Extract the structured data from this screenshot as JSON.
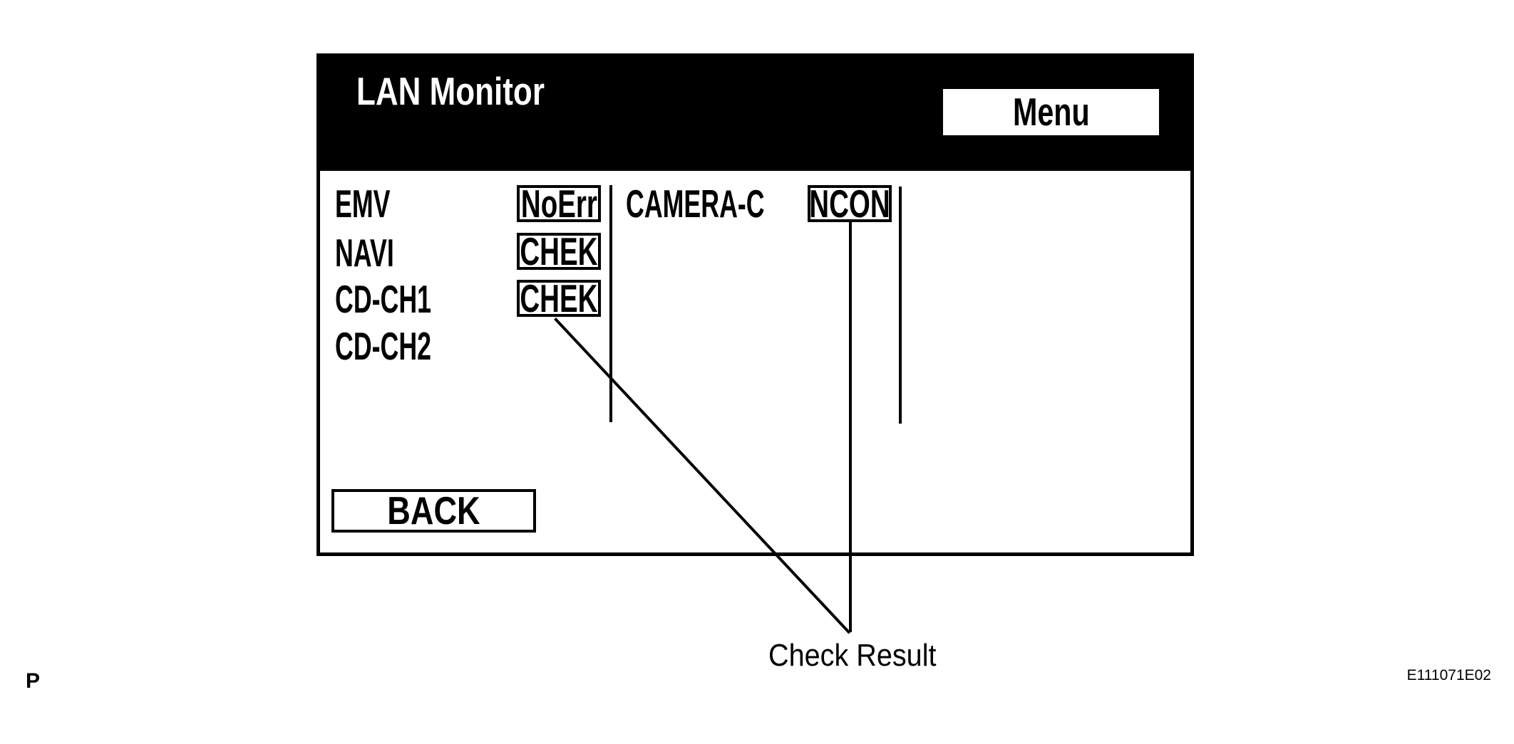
{
  "screen": {
    "title": "LAN Monitor",
    "menu_button_label": "Menu",
    "back_button_label": "BACK",
    "left_column": [
      {
        "label": "EMV",
        "status": "NoErr"
      },
      {
        "label": "NAVI",
        "status": "CHEK"
      },
      {
        "label": "CD-CH1",
        "status": "CHEK"
      },
      {
        "label": "CD-CH2",
        "status": ""
      }
    ],
    "right_column": [
      {
        "label": "CAMERA-C",
        "status": "NCON"
      }
    ]
  },
  "annotation": {
    "callout_label": "Check Result"
  },
  "page": {
    "page_marker": "P",
    "figure_id": "E111071E02"
  },
  "colors": {
    "background": "#ffffff",
    "foreground": "#000000",
    "header_bg": "#000000",
    "header_text": "#ffffff"
  }
}
